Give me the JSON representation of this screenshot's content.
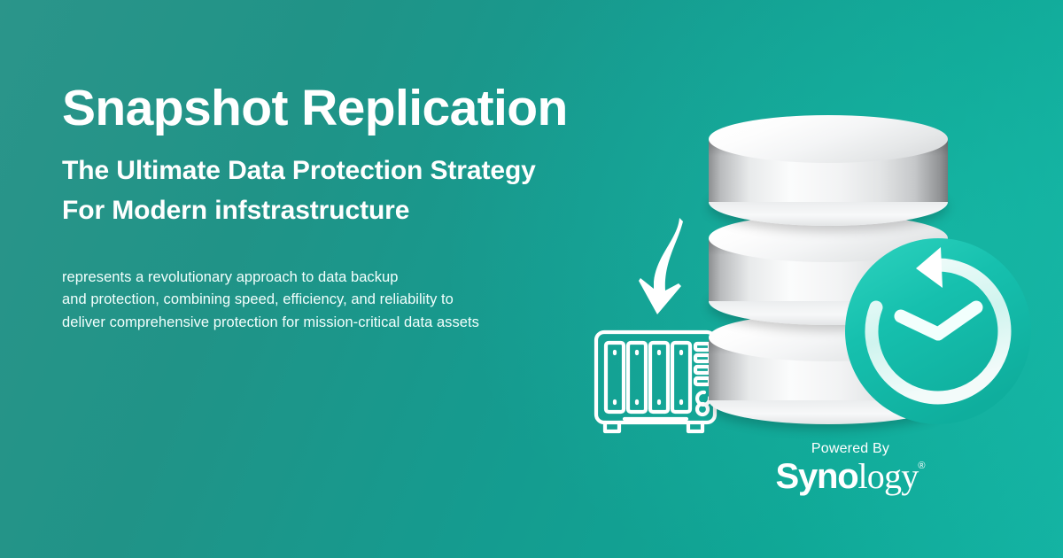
{
  "banner": {
    "background_gradient_from": "#2b958a",
    "background_gradient_to": "#13b2a2",
    "accent_color": "#19c6b4",
    "text_color": "#ffffff"
  },
  "headline": "Snapshot Replication",
  "subhead": {
    "line1": "The Ultimate Data Protection Strategy",
    "line2": "For Modern infstrastructure"
  },
  "body": {
    "line1": "represents a revolutionary approach to data backup",
    "line2": "and protection, combining speed, efficiency, and reliability to",
    "line3": "deliver comprehensive protection for mission-critical data assets"
  },
  "graphic": {
    "arrow_icon": "curved-down-arrow-icon",
    "nas_icon": "nas-server-icon",
    "nas_bay_count": 4,
    "database_icon": "database-stack-icon",
    "database_disk_count": 3,
    "clock_icon": "restore-clock-icon",
    "clock_color": "#19c6b4"
  },
  "powered_by": {
    "label": "Powered By",
    "brand_bold": "Syno",
    "brand_light": "logy",
    "registered_mark": "®"
  }
}
